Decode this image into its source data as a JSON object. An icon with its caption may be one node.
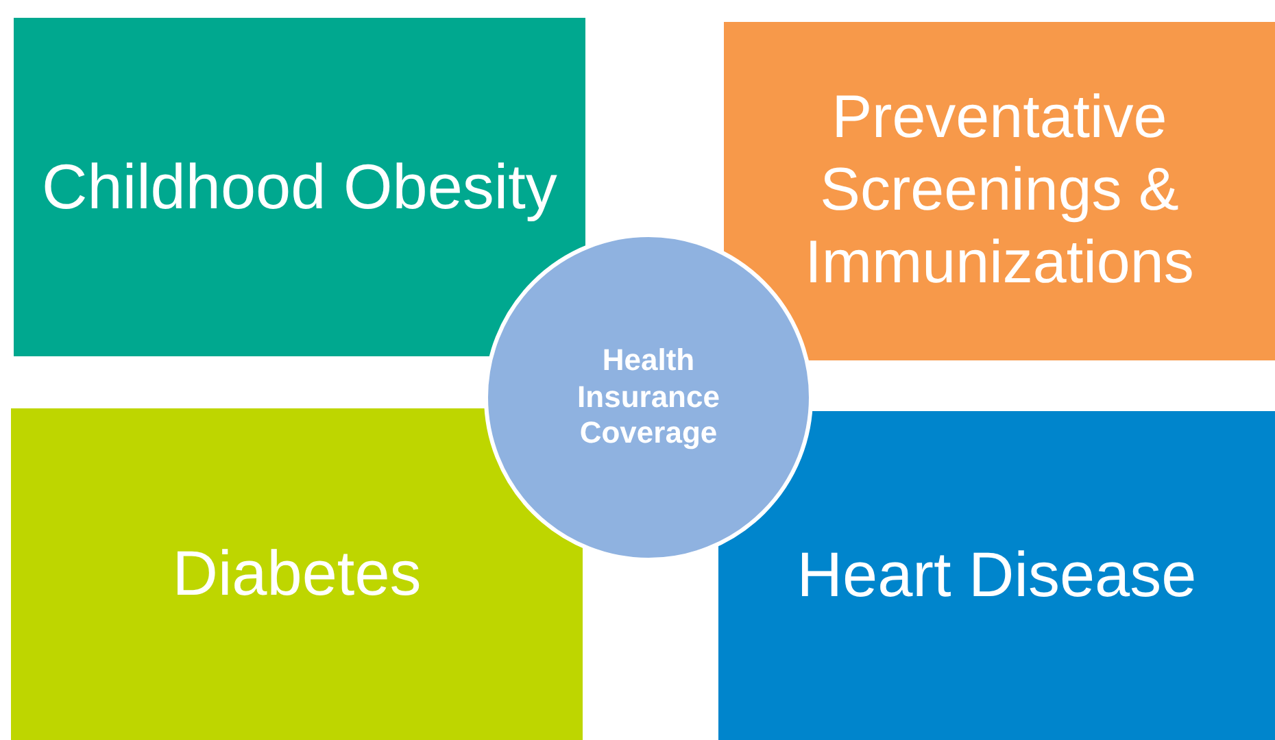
{
  "diagram": {
    "nodes": [
      {
        "text": [
          "Childhood Obesity"
        ]
      },
      {
        "text": [
          "Preventative Screenings & Immunizations"
        ]
      },
      {
        "text": [
          "Health Insurance Coverage"
        ]
      },
      {
        "text": [
          "Diabetes"
        ]
      },
      {
        "text": [
          "Heart Disease"
        ]
      }
    ]
  }
}
